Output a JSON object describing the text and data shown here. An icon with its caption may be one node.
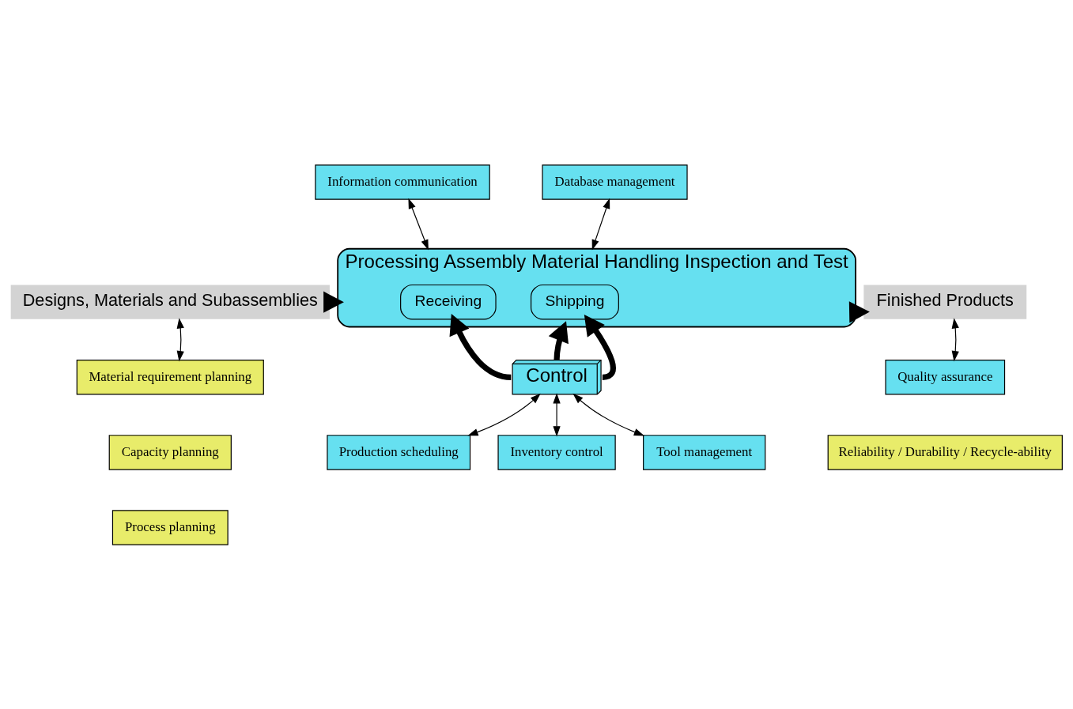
{
  "diagram": {
    "nodes": [
      {
        "text": [
          "Information communication"
        ]
      },
      {
        "text": [
          "Database management"
        ]
      },
      {
        "text": [
          "Designs, Materials and Subassemblies"
        ]
      },
      {
        "text": [
          "Processing Assembly Material Handling Inspection and Test"
        ]
      },
      {
        "text": [
          "Receiving"
        ],
        "in": 3
      },
      {
        "text": [
          "Shipping"
        ],
        "in": 3
      },
      {
        "text": [
          "Finished Products"
        ]
      },
      {
        "text": [
          "Material requirement planning"
        ]
      },
      {
        "text": [
          "Capacity planning"
        ]
      },
      {
        "text": [
          "Process planning"
        ]
      },
      {
        "text": [
          "Quality assurance"
        ]
      },
      {
        "text": [
          "Reliability / Durability / Recycle-ability"
        ]
      },
      {
        "text": [
          "Control"
        ]
      },
      {
        "text": [
          "Production scheduling"
        ]
      },
      {
        "text": [
          "Inventory control"
        ]
      },
      {
        "text": [
          "Tool management"
        ]
      }
    ],
    "edges": [
      {
        "from": 0,
        "to": 3,
        "arrow": "both"
      },
      {
        "from": 1,
        "to": 3,
        "arrow": "both"
      },
      {
        "from": 2,
        "to": 3,
        "arrow": "to",
        "style": "thick"
      },
      {
        "from": 3,
        "to": 6,
        "arrow": "to",
        "style": "thick"
      },
      {
        "from": 2,
        "to": 7,
        "arrow": "both"
      },
      {
        "from": 6,
        "to": 10,
        "arrow": "both"
      },
      {
        "from": 12,
        "to": 4,
        "arrow": "to",
        "style": "thick"
      },
      {
        "from": 12,
        "to": 3,
        "arrow": "to",
        "style": "thick"
      },
      {
        "from": 12,
        "to": 5,
        "arrow": "to",
        "style": "thick"
      },
      {
        "from": 12,
        "to": 13,
        "arrow": "both"
      },
      {
        "from": 12,
        "to": 14,
        "arrow": "both"
      },
      {
        "from": 12,
        "to": 15,
        "arrow": "both"
      }
    ]
  }
}
